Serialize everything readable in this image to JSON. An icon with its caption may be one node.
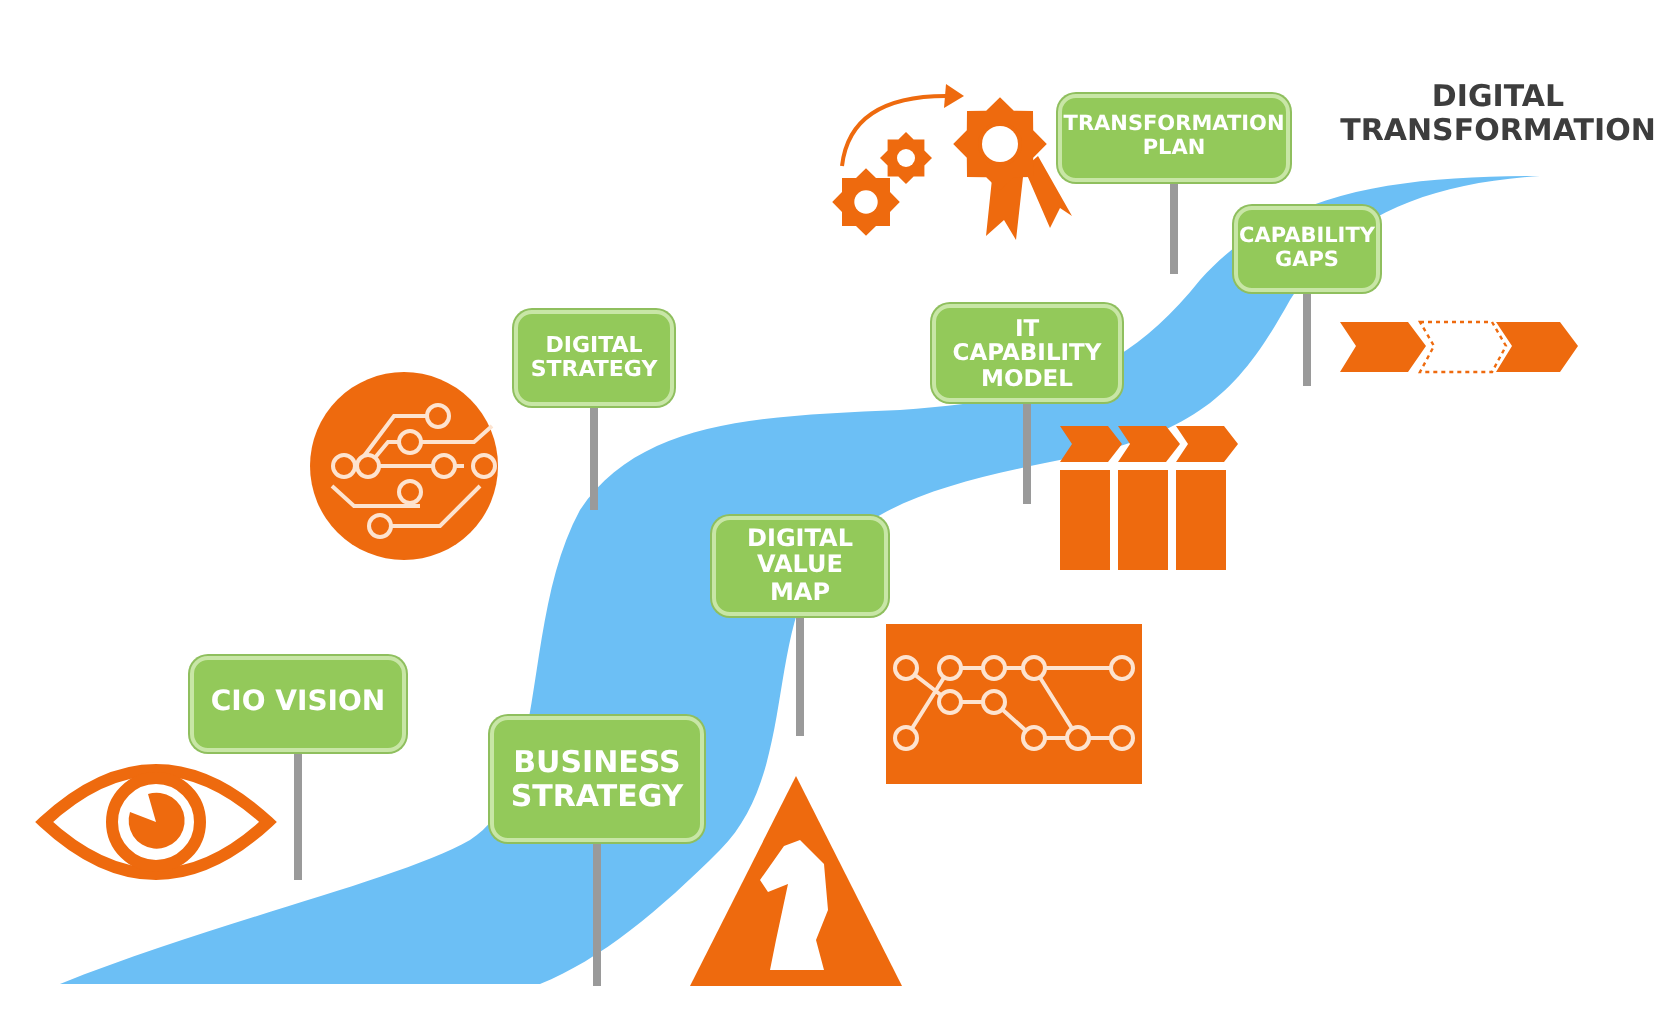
{
  "diagram": {
    "title": "DIGITAL TRANSFORMATION",
    "nodes": [
      {
        "text": [
          "CIO VISION"
        ]
      },
      {
        "text": [
          "DIGITAL STRATEGY"
        ]
      },
      {
        "text": [
          "BUSINESS STRATEGY"
        ]
      },
      {
        "text": [
          "DIGITAL VALUE MAP"
        ]
      },
      {
        "text": [
          "IT CAPABILITY MODEL"
        ]
      },
      {
        "text": [
          "TRANSFORMATION PLAN"
        ]
      },
      {
        "text": [
          "CAPABILITY GAPS"
        ]
      }
    ]
  }
}
